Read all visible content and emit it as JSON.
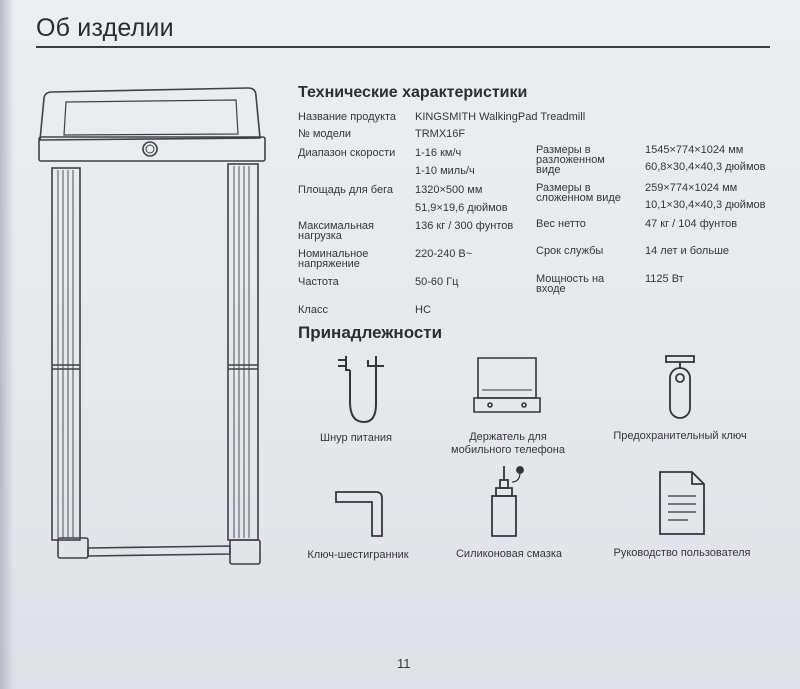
{
  "header": {
    "title": "Об изделии"
  },
  "specs": {
    "title": "Технические характеристики",
    "left": [
      {
        "label": [
          "Название продукта"
        ],
        "value": [
          "KINGSMITH WalkingPad Treadmill"
        ]
      },
      {
        "label": [
          "№ модели"
        ],
        "value": [
          "TRMX16F"
        ]
      },
      {
        "label": [
          "Диапазон скорости"
        ],
        "value": [
          "1-16 км/ч",
          "1-10 миль/ч"
        ]
      },
      {
        "label": [
          "Площадь для бега"
        ],
        "value": [
          "1320×500 мм",
          "51,9×19,6 дюймов"
        ]
      },
      {
        "label": [
          "Максимальная",
          "нагрузка"
        ],
        "value": [
          "136 кг / 300 фунтов"
        ]
      },
      {
        "label": [
          "Номинальное",
          "напряжение"
        ],
        "value": [
          "220-240 В~"
        ]
      },
      {
        "label": [
          "Частота"
        ],
        "value": [
          "50-60 Гц"
        ]
      },
      {
        "label": [
          "Класс"
        ],
        "value": [
          "HC"
        ]
      }
    ],
    "right": [
      {
        "label": [
          "Размеры в",
          "разложенном",
          "виде"
        ],
        "value": [
          "1545×774×1024 мм",
          "60,8×30,4×40,3 дюймов"
        ]
      },
      {
        "label": [
          "Размеры в",
          "сложенном виде"
        ],
        "value": [
          "259×774×1024 мм",
          "10,1×30,4×40,3 дюймов"
        ]
      },
      {
        "label": [
          "Вес нетто"
        ],
        "value": [
          "47 кг / 104 фунтов"
        ]
      },
      {
        "label": [
          "Срок службы"
        ],
        "value": [
          "14 лет и больше"
        ]
      },
      {
        "label": [
          "Мощность на",
          "входе"
        ],
        "value": [
          "1125 Вт"
        ]
      }
    ]
  },
  "accessories": {
    "title": "Принадлежности",
    "items": [
      {
        "icon": "power-cord-icon",
        "label": [
          "Шнур питания"
        ]
      },
      {
        "icon": "phone-holder-icon",
        "label": [
          "Держатель для",
          "мобильного телефона"
        ]
      },
      {
        "icon": "safety-key-icon",
        "label": [
          "Предохранительный ключ"
        ]
      },
      {
        "icon": "hex-key-icon",
        "label": [
          "Ключ-шестигранник"
        ]
      },
      {
        "icon": "silicone-oil-icon",
        "label": [
          "Силиконовая смазка"
        ]
      },
      {
        "icon": "user-manual-icon",
        "label": [
          "Руководство пользователя"
        ]
      }
    ]
  },
  "footer": {
    "page_number": "11"
  }
}
